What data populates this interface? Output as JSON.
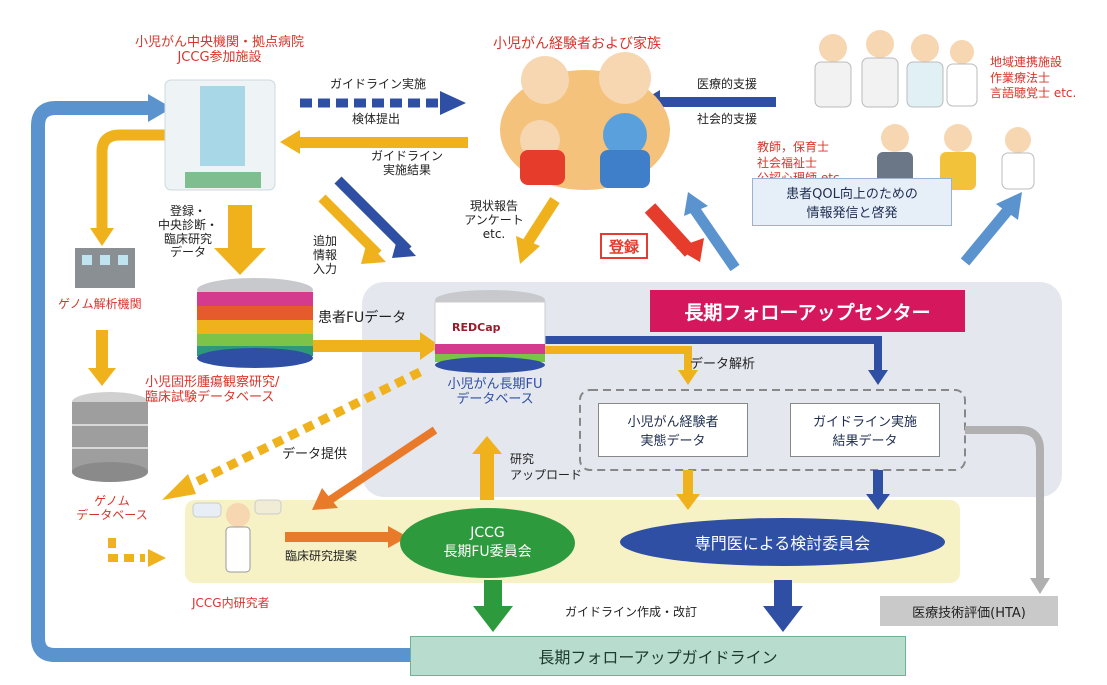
{
  "top_left_org": {
    "line1": "小児がん中央機関・拠点病院",
    "line2": "JCCG参加施設"
  },
  "top_center_family": "小児がん経験者および家族",
  "top_right_orgs": {
    "line1": "地域連携施設",
    "line2": "作業療法士",
    "line3": "言語聴覚士 etc."
  },
  "top_right_orgs2": {
    "line1": "教師，保育士",
    "line2": "社会福祉士",
    "line3": "公認心理師 etc."
  },
  "arrows": {
    "guideline_impl": "ガイドライン実施",
    "specimen_submit": "検体提出",
    "medical_support": "医療的支援",
    "social_support": "社会的支援",
    "guideline_result": {
      "l1": "ガイドライン",
      "l2": "実施結果"
    },
    "status_report": {
      "l1": "現状報告",
      "l2": "アンケート",
      "l3": "etc."
    },
    "registration": "登録",
    "reg_data": {
      "l1": "登録・",
      "l2": "中央診断・",
      "l3": "臨床研究",
      "l4": "データ"
    },
    "add_info": {
      "l1": "追加",
      "l2": "情報",
      "l3": "入力"
    },
    "patient_fu_data": "患者FUデータ",
    "data_analysis": "データ解析",
    "data_provide": "データ提供",
    "research_upload": {
      "l1": "研究",
      "l2": "アップロード"
    },
    "clinical_proposal": "臨床研究提案",
    "guideline_revise": "ガイドライン作成・改訂"
  },
  "qol_box": {
    "l1": "患者QOL向上のための",
    "l2": "情報発信と啓発"
  },
  "genome_org": "ゲノム解析機関",
  "solid_tumor_db": {
    "l1": "小児固形腫瘍観察研究/",
    "l2": "臨床試験データベース"
  },
  "genome_db": {
    "l1": "ゲノム",
    "l2": "データベース"
  },
  "center_banner": "長期フォローアップセンター",
  "redcap_logo": "REDCap",
  "fu_db": {
    "l1": "小児がん長期FU",
    "l2": "データベース"
  },
  "survivor_data": {
    "l1": "小児がん経験者",
    "l2": "実態データ"
  },
  "guideline_data": {
    "l1": "ガイドライン実施",
    "l2": "結果データ"
  },
  "jccg_researcher": "JCCG内研究者",
  "jccg_committee": {
    "l1": "JCCG",
    "l2": "長期FU委員会"
  },
  "expert_committee": "専門医による検討委員会",
  "hta": "医療技術評価(HTA)",
  "bottom_guideline": "長期フォローアップガイドライン",
  "colors": {
    "orange": "#f0b21c",
    "blue": "#2e4fa3",
    "lightblue": "#5b93cf",
    "red": "#e53c2c",
    "green": "#2e9a3e",
    "magenta": "#d5185e"
  }
}
